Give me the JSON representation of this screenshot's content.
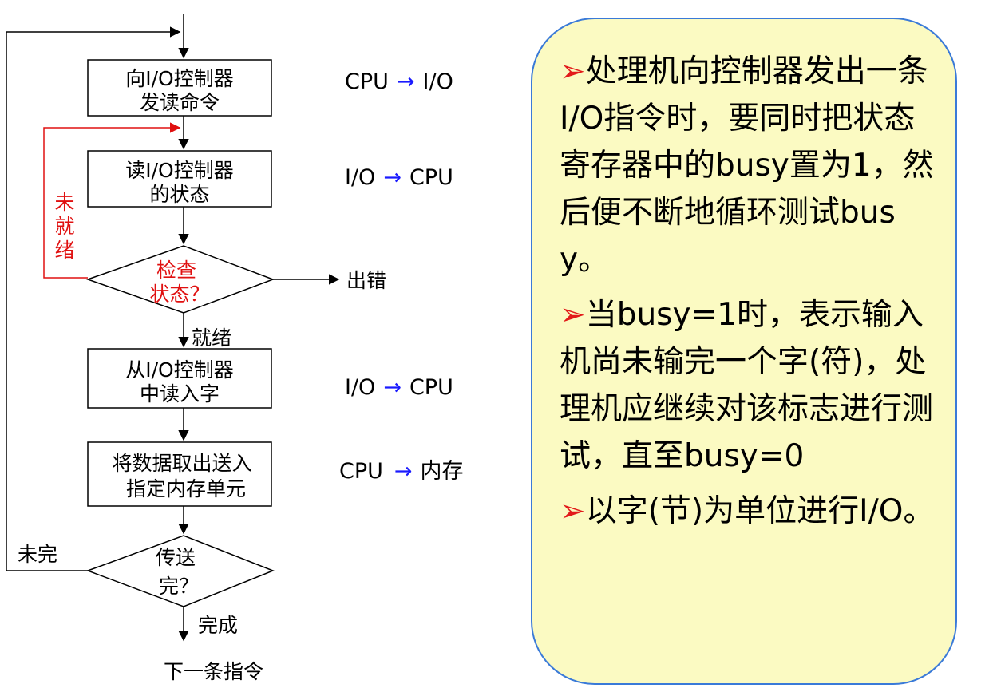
{
  "flowchart": {
    "step_send_cmd": [
      "向I/O控制器",
      "发读命令"
    ],
    "step_read_status": [
      "读I/O控制器",
      "的状态"
    ],
    "decision_check": [
      "检查",
      "状态？"
    ],
    "label_not_ready": [
      "未",
      "就",
      "绪"
    ],
    "label_error": "出错",
    "label_ready": "就绪",
    "step_read_word": [
      "从I/O控制器",
      "中读入字"
    ],
    "step_store": [
      "将数据取出送入",
      "指定内存单元"
    ],
    "decision_done": [
      "传送",
      "完？"
    ],
    "label_not_done": "未完",
    "label_done": "完成",
    "label_next": "下一条指令",
    "flows": [
      {
        "from": "CPU",
        "arrow": "→",
        "to": "I/O"
      },
      {
        "from": "I/O",
        "arrow": "→",
        "to": "CPU"
      },
      {
        "from": "I/O",
        "arrow": "→",
        "to": "CPU"
      },
      {
        "from": "CPU",
        "arrow": "→",
        "to": "内存"
      }
    ]
  },
  "note": {
    "bullet": "➢",
    "items": [
      "处理机向控制器发出一条I/O指令时，要同时把状态寄存器中的busy置为1，然后便不断地循环测试busy。",
      "当busy=1时，表示输入机尚未输完一个字(符)，处理机应继续对该标志进行测试，直至busy=0",
      "以字(节)为单位进行I/O。"
    ]
  },
  "colors": {
    "note_bg": "#fbfac2",
    "note_border": "#3a7ad8",
    "bullet": "#e21a1a",
    "loop_line": "#e01010",
    "flow_arrow": "#1a1aff"
  }
}
